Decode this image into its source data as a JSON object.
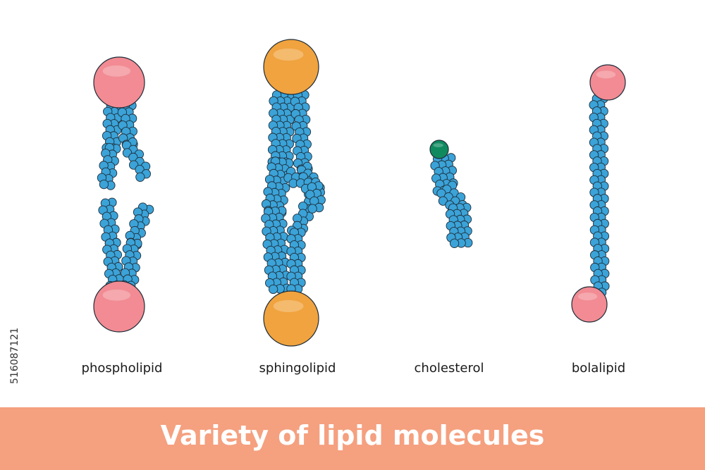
{
  "title": "Variety of lipid molecules",
  "stock_id": "516087121",
  "labels": {
    "phospholipid": "phospholipid",
    "sphingolipid": "sphingolipid",
    "cholesterol": "cholesterol",
    "bolalipid": "bolalipid"
  },
  "colors": {
    "tail": "#3ba3d8",
    "phospho_head": "#f28b93",
    "sphingo_head": "#f0a33e",
    "chol_head": "#0f8a5f",
    "bola_head": "#f28b93",
    "title_bar": "#f5a07f"
  }
}
